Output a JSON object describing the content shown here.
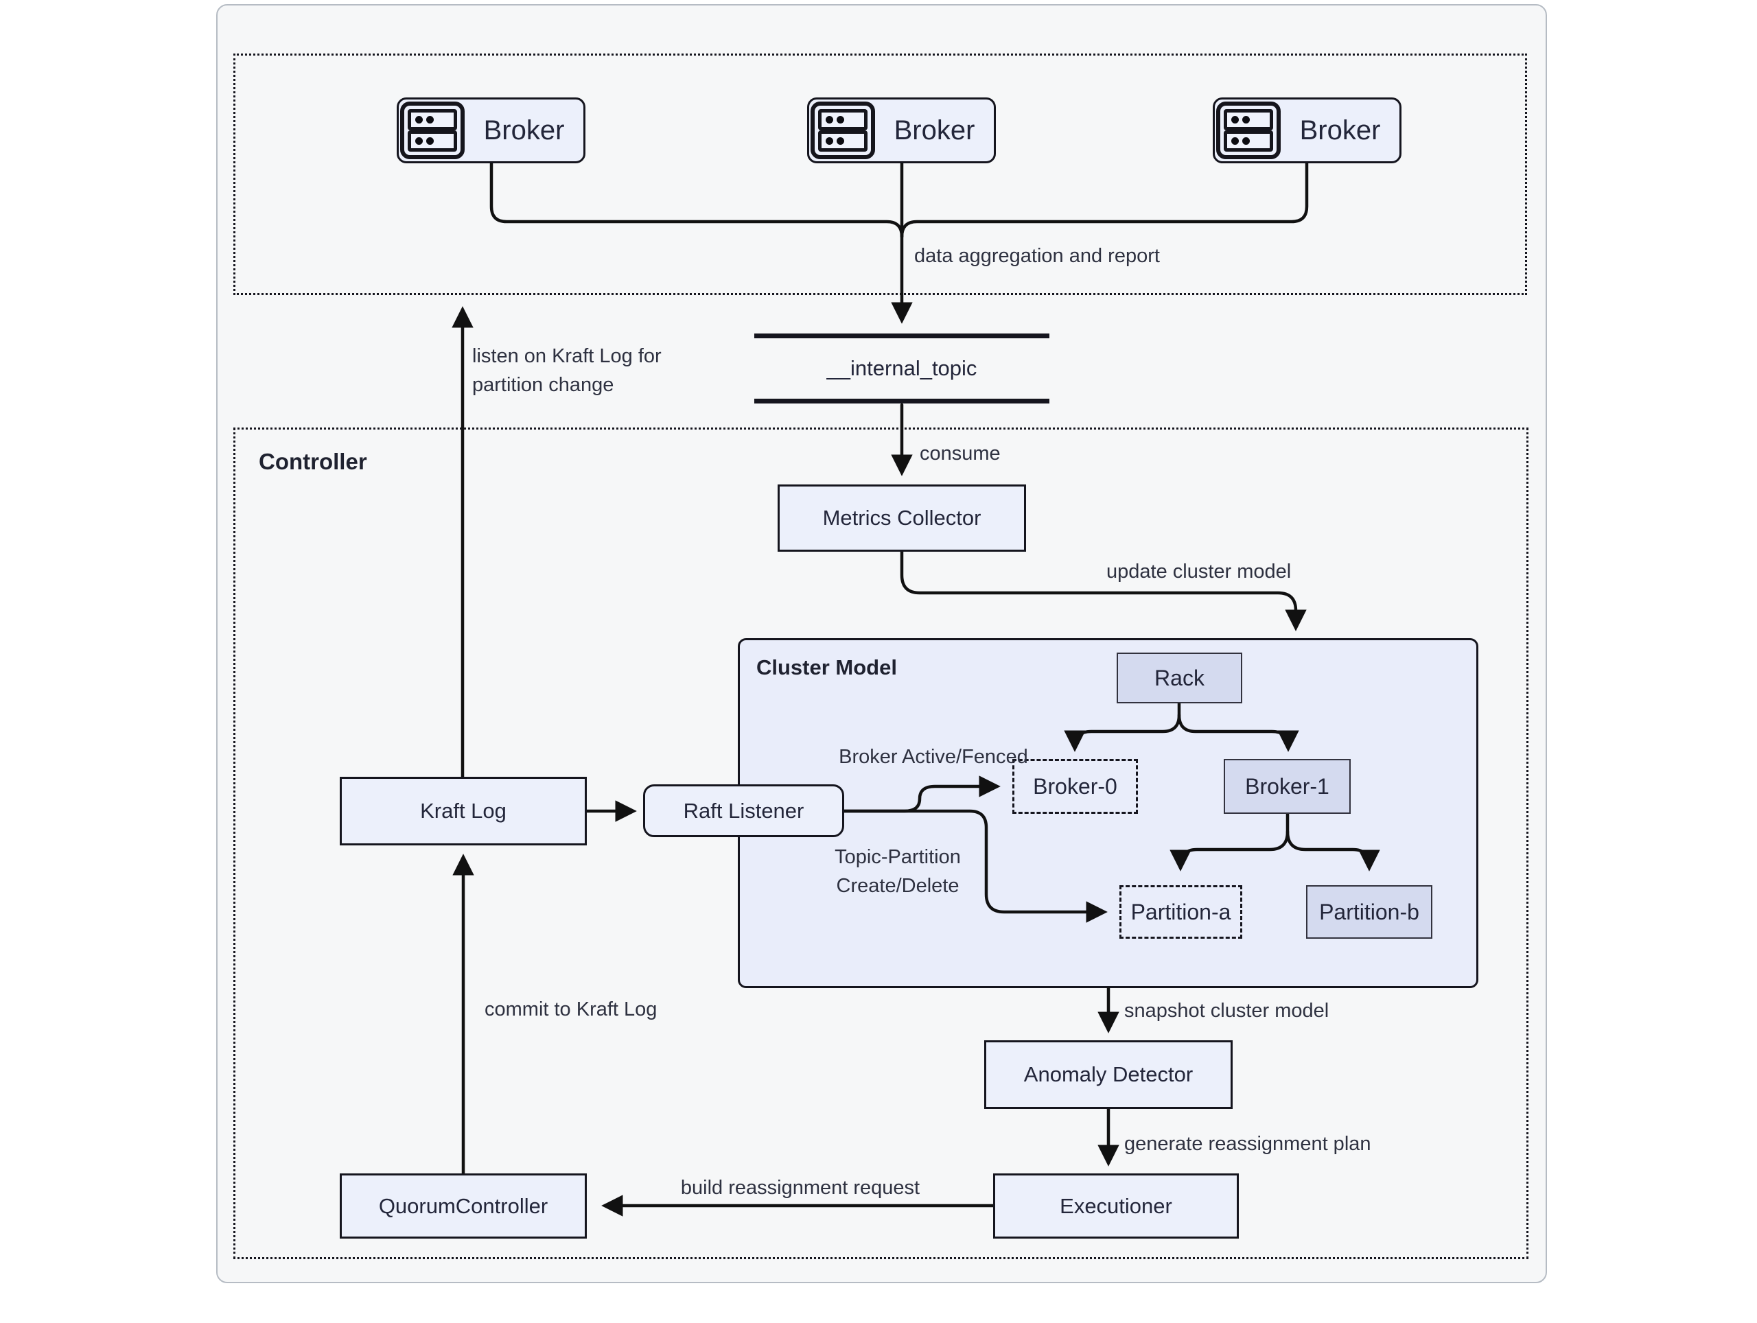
{
  "diagram": {
    "brokers_cluster": {
      "nodes": [
        {
          "label": "Broker"
        },
        {
          "label": "Broker"
        },
        {
          "label": "Broker"
        }
      ]
    },
    "topic": {
      "label": "__internal_topic"
    },
    "controller": {
      "label": "Controller",
      "nodes": {
        "metrics_collector": "Metrics Collector",
        "kraft_log": "Kraft Log",
        "raft_listener": "Raft Listener",
        "anomaly_detector": "Anomaly Detector",
        "executioner": "Executioner",
        "quorum_controller": "QuorumController"
      },
      "cluster_model": {
        "label": "Cluster Model",
        "nodes": {
          "rack": "Rack",
          "broker0": "Broker-0",
          "broker1": "Broker-1",
          "partition_a": "Partition-a",
          "partition_b": "Partition-b"
        }
      }
    },
    "edge_labels": {
      "data_aggregation": "data aggregation and report",
      "consume": "consume",
      "update_cluster_model": "update cluster model",
      "broker_active_fenced": "Broker Active/Fenced",
      "topic_partition_line1": "Topic-Partition",
      "topic_partition_line2": "Create/Delete",
      "snapshot": "snapshot cluster model",
      "generate_plan": "generate reassignment plan",
      "build_request": "build reassignment request",
      "commit": "commit to Kraft Log",
      "listen_line1": "listen on Kraft Log for",
      "listen_line2": "partition change"
    },
    "colors": {
      "surface": "#f6f7f8",
      "node_fill": "#ecf0fb",
      "node_fill_medium": "#d4daef",
      "cluster_background": "#e9edfa",
      "border": "#15151e",
      "arrow": "#111111",
      "text": "#2b2e3e",
      "card_border": "#b6bcc4"
    }
  }
}
